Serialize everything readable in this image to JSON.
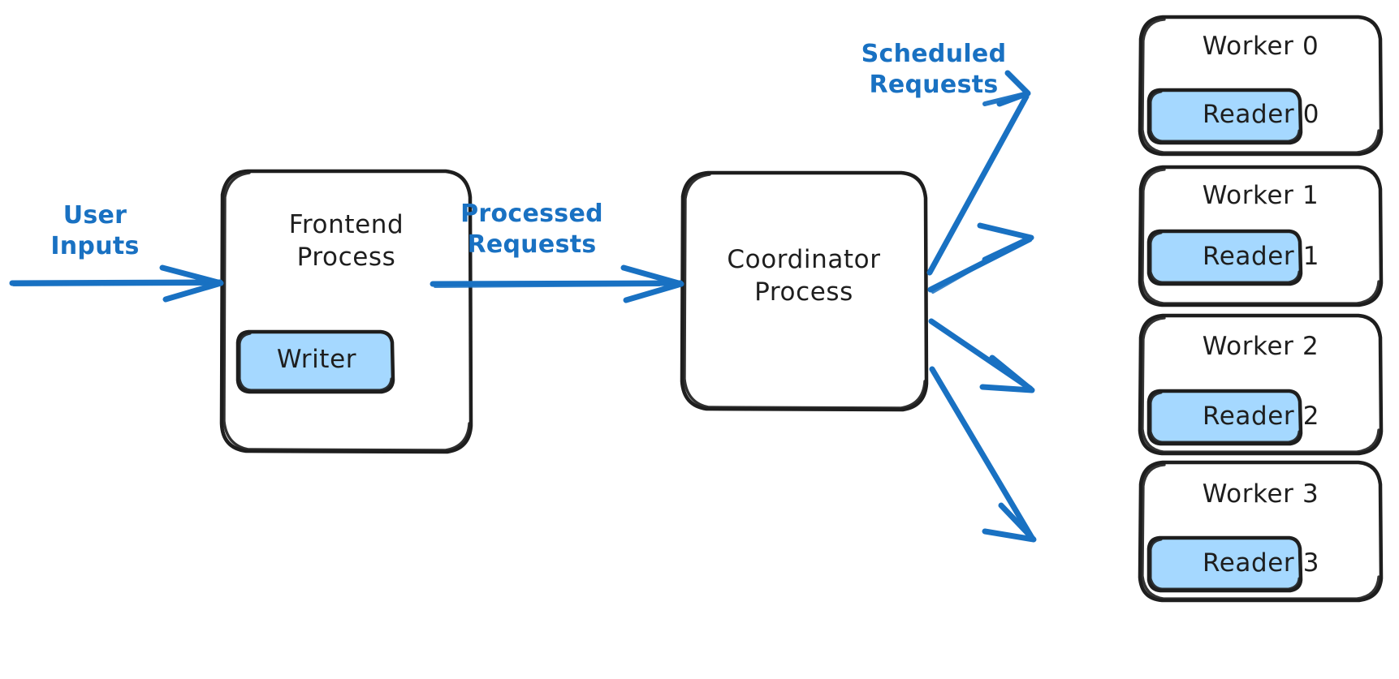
{
  "diagram": {
    "title": "Frontend / Coordinator / Worker process architecture",
    "colors": {
      "stroke": "#1e1e1e",
      "accent": "#1971c2",
      "fill_blue": "#a5d8ff",
      "background": "#ffffff"
    },
    "nodes": {
      "frontend": {
        "label": "Frontend\nProcess"
      },
      "writer": {
        "label": "Writer"
      },
      "coordinator": {
        "label": "Coordinator\nProcess"
      },
      "workers": [
        {
          "title": "Worker 0",
          "reader": "Reader 0"
        },
        {
          "title": "Worker 1",
          "reader": "Reader 1"
        },
        {
          "title": "Worker 2",
          "reader": "Reader 2"
        },
        {
          "title": "Worker 3",
          "reader": "Reader 3"
        }
      ]
    },
    "edges": {
      "user_inputs": "User\nInputs",
      "processed_requests": "Processed\nRequests",
      "scheduled_requests": "Scheduled\nRequests"
    }
  }
}
